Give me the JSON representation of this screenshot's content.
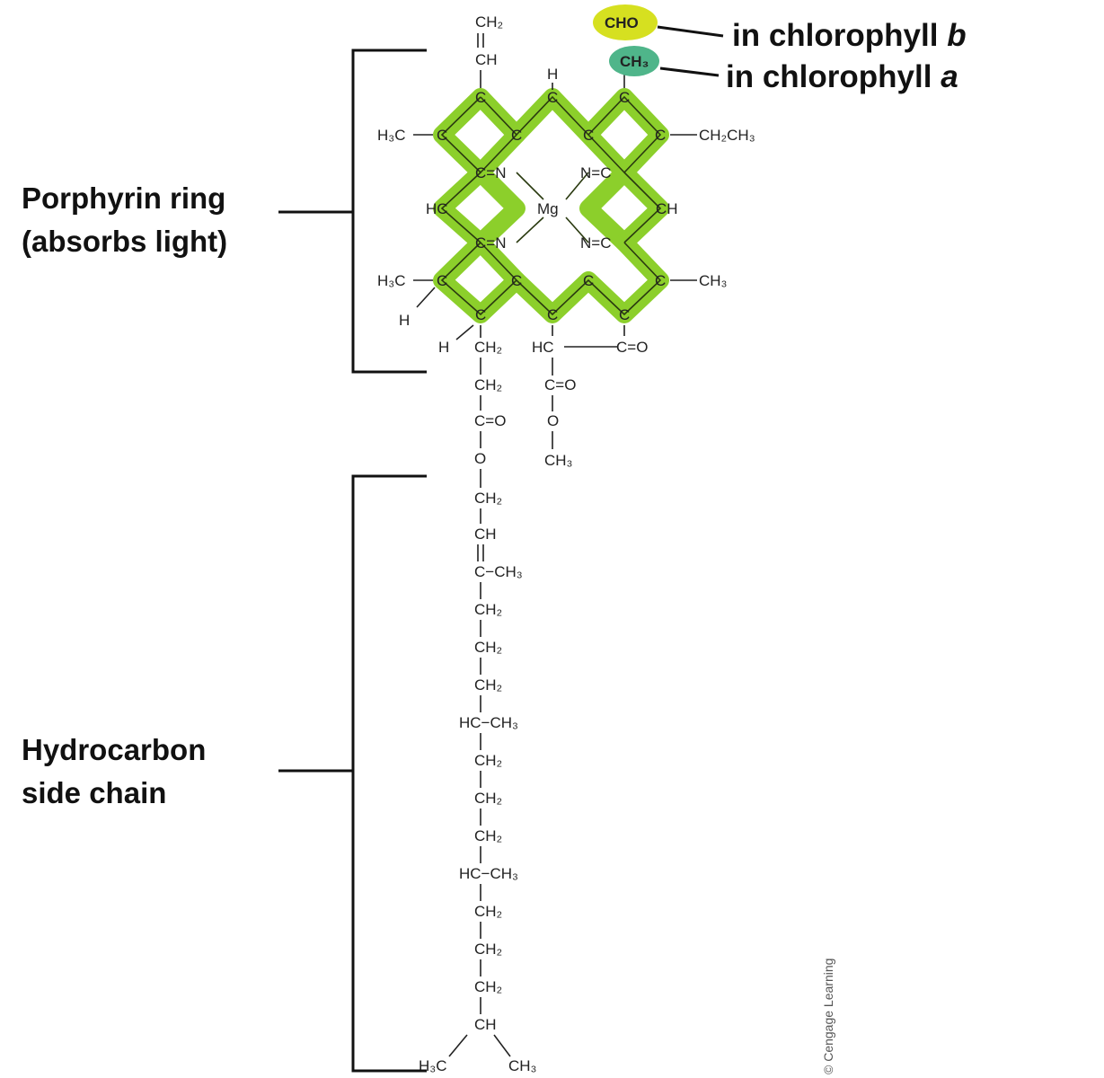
{
  "labels": {
    "porphyrin_line1": "Porphyrin ring",
    "porphyrin_line2": "(absorbs light)",
    "hydrocarbon_line1": "Hydrocarbon",
    "hydrocarbon_line2": "side chain",
    "chl_b_prefix": "in chlorophyll ",
    "chl_b_letter": "b",
    "chl_a_prefix": "in chlorophyll ",
    "chl_a_letter": "a",
    "cho_badge": "CHO",
    "ch3_badge": "CH₃",
    "copyright": "© Cengage Learning"
  },
  "atoms": {
    "top_ch2": "CH₂",
    "top_ch": "CH",
    "h_top": "H",
    "h3c_1": "H₃C",
    "ch2ch3": "CH₂CH₃",
    "mg": "Mg",
    "hc_left": "HC",
    "ch_right": "CH",
    "h3c_2": "H₃C",
    "ch3_right": "CH₃",
    "h_left1": "H",
    "h_left2": "H",
    "hc_lower": "HC",
    "c_eq_o_ring": "C=O",
    "c_eq_o_ester": "C=O",
    "o_ester": "O",
    "ch3_ester": "CH₃"
  },
  "colors": {
    "ring_green": "#8ccf2b",
    "cho_yellow": "#d6e020",
    "ch3_teal": "#4fb58a"
  },
  "side_chain": [
    "CH₂",
    "CH₂",
    "C=O",
    "O",
    "CH₂",
    "CH",
    "C−CH₃",
    "CH₂",
    "CH₂",
    "CH₂",
    "HC−CH₃",
    "CH₂",
    "CH₂",
    "CH₂",
    "HC−CH₃",
    "CH₂",
    "CH₂",
    "CH₂",
    "CH",
    "H₃C",
    "CH₃"
  ]
}
